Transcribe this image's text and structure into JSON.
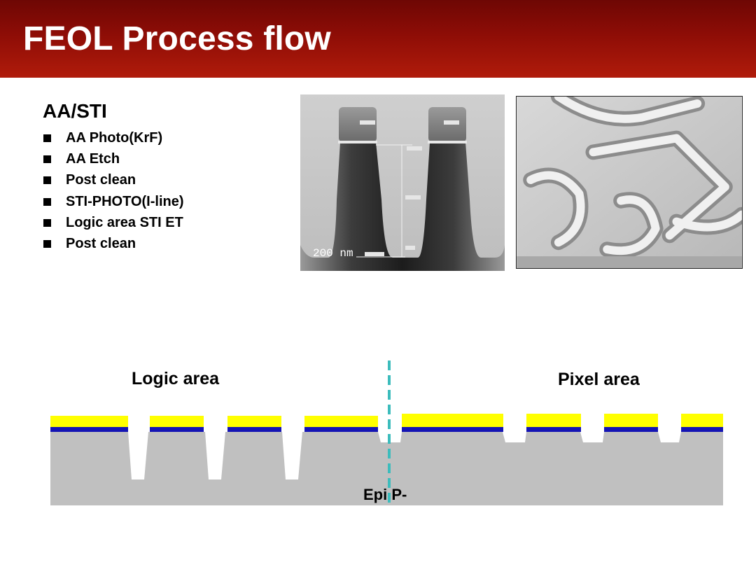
{
  "slide": {
    "title": "FEOL Process flow",
    "section_heading": "AA/STI",
    "bullets": [
      "AA Photo(KrF)",
      "AA Etch",
      "Post clean",
      "STI-PHOTO(I-line)",
      "Logic area STI ET",
      "Post clean"
    ]
  },
  "sem_images": {
    "cross_section": {
      "scale_label": "200 nm"
    }
  },
  "diagram": {
    "left_label": "Logic area",
    "right_label": "Pixel area",
    "substrate_label": "Epi P-",
    "colors": {
      "substrate": "#c0c0c0",
      "nitride": "#ffff00",
      "oxide": "#1414b4",
      "divider": "#3cbcbc",
      "header": "#8e0d06"
    }
  }
}
